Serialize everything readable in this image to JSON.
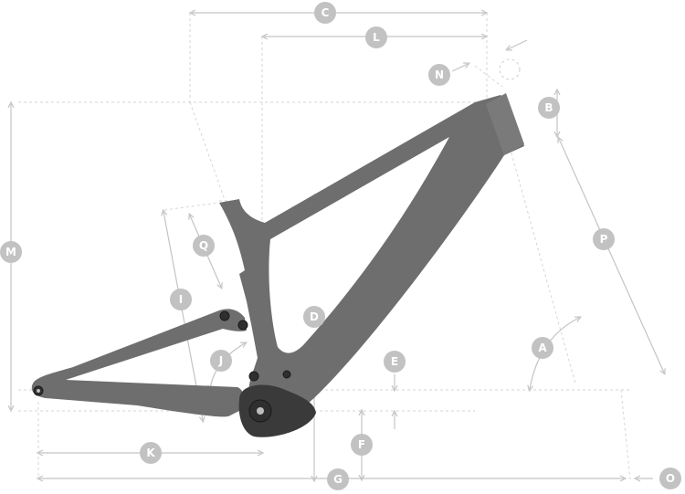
{
  "badges": {
    "A": "A",
    "B": "B",
    "C": "C",
    "D": "D",
    "E": "E",
    "F": "F",
    "G": "G",
    "I": "I",
    "J": "J",
    "K": "K",
    "L": "L",
    "M": "M",
    "N": "N",
    "O": "O",
    "P": "P",
    "Q": "Q"
  },
  "colors": {
    "frame": "#6e6e6e",
    "dimension_line": "#c4c4c4",
    "badge": "#c2c2c2",
    "badge_text": "#ffffff"
  }
}
